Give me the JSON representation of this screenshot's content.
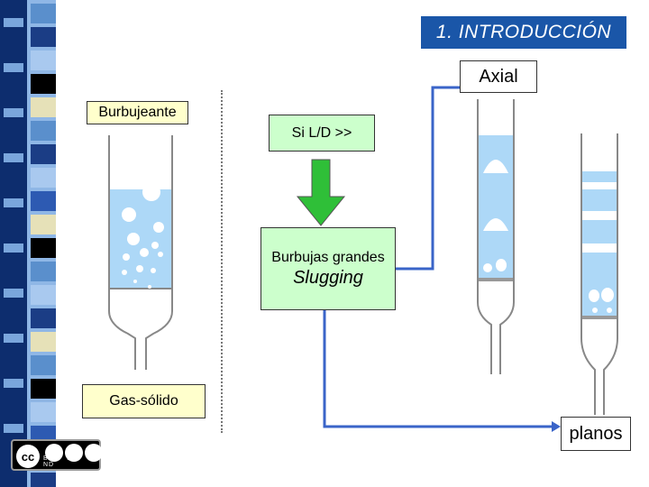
{
  "title": "1. INTRODUCCIÓN",
  "labels": {
    "burbujeante": "Burbujeante",
    "sild": "Si L/D >>",
    "burbujas_line1": "Burbujas grandes",
    "burbujas_line2": "Slugging",
    "axial": "Axial",
    "planos": "planos",
    "gas_solido": "Gas-sólido"
  },
  "license": {
    "cc_mark": "cc",
    "tags": [
      "BY",
      "NC",
      "ND"
    ]
  },
  "colors": {
    "title_bg": "#1a56a8",
    "bed_fill": "#add8f7",
    "arrow_green": "#2fbf38",
    "connector_blue": "#3a64c8"
  }
}
